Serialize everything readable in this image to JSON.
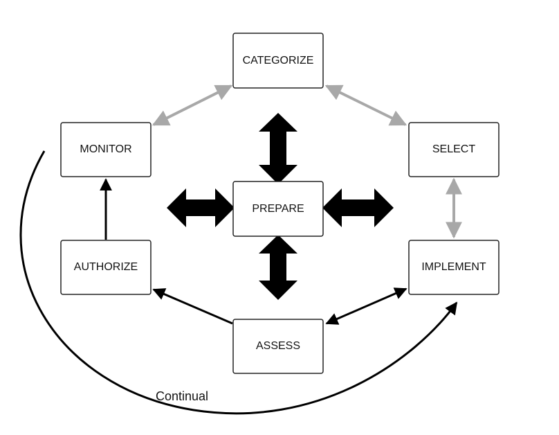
{
  "nodes": {
    "categorize": "CATEGORIZE",
    "monitor": "MONITOR",
    "select": "SELECT",
    "prepare": "PREPARE",
    "authorize": "AUTHORIZE",
    "implement": "IMPLEMENT",
    "assess": "ASSESS"
  },
  "edges": {
    "continual_label": "Continual"
  },
  "colors": {
    "node_border": "#222222",
    "gray_arrow": "#a8a8a8",
    "black_arrow": "#000000"
  }
}
